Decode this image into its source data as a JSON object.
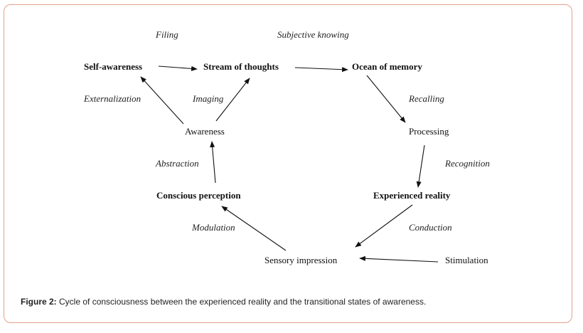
{
  "nodes": {
    "self_awareness": "Self-awareness",
    "stream_of_thoughts": "Stream of thoughts",
    "ocean_of_memory": "Ocean of memory",
    "processing": "Processing",
    "experienced_reality": "Experienced reality",
    "sensory_impression": "Sensory impression",
    "conscious_perception": "Conscious perception",
    "awareness": "Awareness",
    "stimulation": "Stimulation"
  },
  "labels": {
    "filing": "Filing",
    "subjective_knowing": "Subjective knowing",
    "externalization": "Externalization",
    "imaging": "Imaging",
    "recalling": "Recalling",
    "recognition": "Recognition",
    "abstraction": "Abstraction",
    "modulation": "Modulation",
    "conduction": "Conduction"
  },
  "caption": {
    "label": "Figure 2:",
    "text": " Cycle of consciousness between the experienced reality and the transitional states of awareness."
  }
}
